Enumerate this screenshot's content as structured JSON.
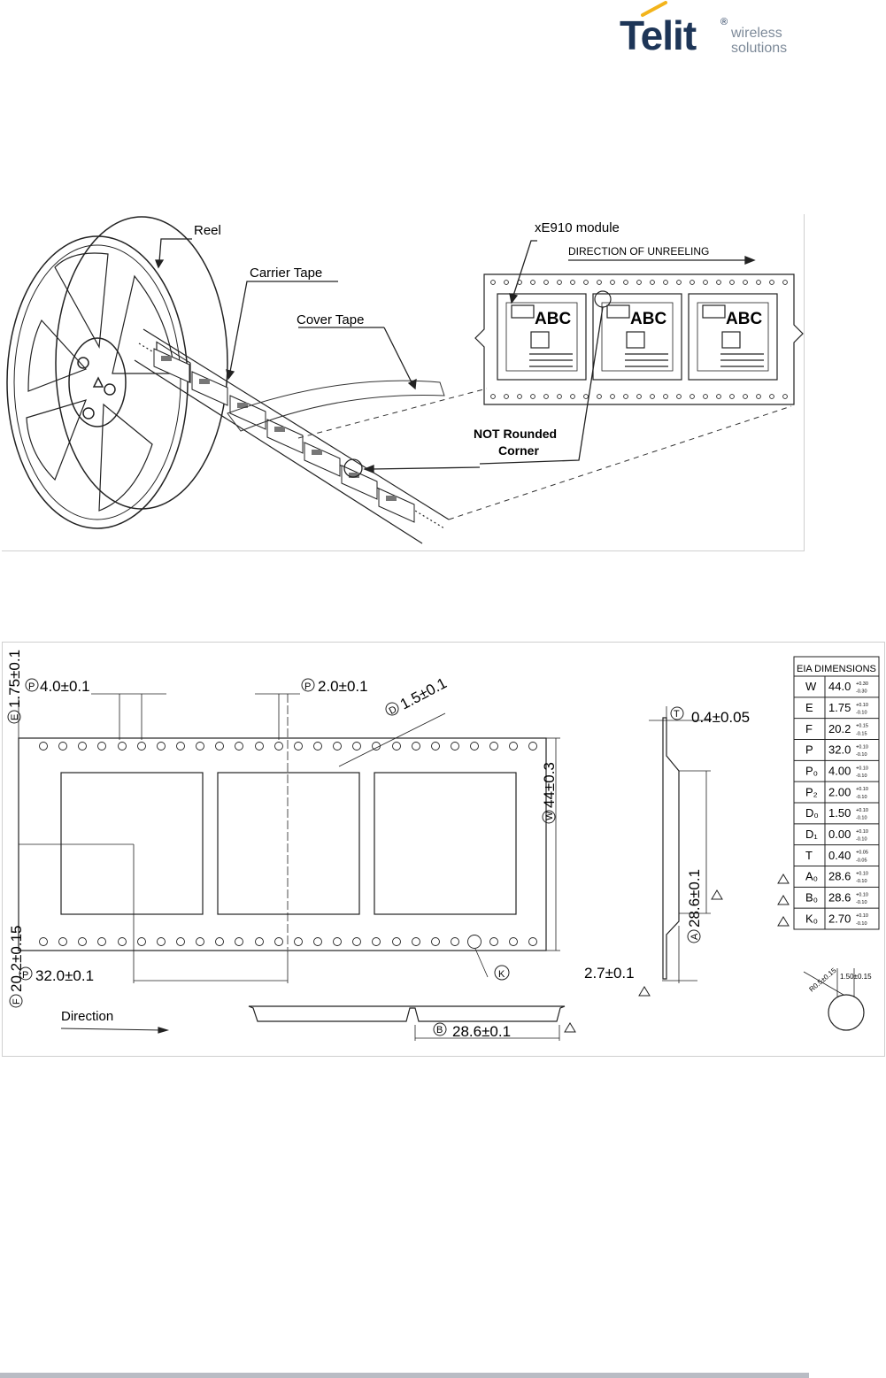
{
  "header": {
    "brand": "Telit",
    "tagline_line1": "wireless",
    "tagline_line2": "solutions",
    "registered": "®",
    "brand_color": "#1d3557",
    "tagline_color": "#7d8a99",
    "accent_color": "#f3b41b"
  },
  "figure1": {
    "reel_label": "Reel",
    "carrier_tape_label": "Carrier Tape",
    "cover_tape_label": "Cover Tape",
    "module_label": "xE910 module",
    "direction_label": "DIRECTION OF UNREELING",
    "corner_line1": "NOT Rounded",
    "corner_line2": "Corner",
    "pocket_text": "ABC"
  },
  "figure2": {
    "dim_p0": "4.0±0.1",
    "dim_p0_sym": "P",
    "dim_p2": "2.0±0.1",
    "dim_p2_sym": "P",
    "dim_d0": "1.5±0.1",
    "dim_d0_sym": "D",
    "dim_e": "1.75±0.1",
    "dim_e_sym": "E",
    "dim_w": "44±0.3",
    "dim_w_sym": "W",
    "dim_f": "20.2±0.15",
    "dim_f_sym": "F",
    "dim_p": "32.0±0.1",
    "dim_p_sym": "P",
    "dim_k_sym": "K",
    "direction": "Direction",
    "dim_t": "0.4±0.05",
    "dim_t_sym": "T",
    "dim_a0": "28.6±0.1",
    "dim_a0_sym": "A",
    "dim_k0": "2.7±0.1",
    "dim_b0": "28.6±0.1",
    "dim_b0_sym": "B",
    "detail_left": "R0.5±0.15",
    "detail_right": "1.50±0.15",
    "table": {
      "title": "EIA DIMENSIONS",
      "rows": [
        {
          "key": "W",
          "value": "44.0",
          "tol_up": "+0.30",
          "tol_dn": "-0.30"
        },
        {
          "key": "E",
          "value": "1.75",
          "tol_up": "+0.10",
          "tol_dn": "-0.10"
        },
        {
          "key": "F",
          "value": "20.2",
          "tol_up": "+0.15",
          "tol_dn": "-0.15"
        },
        {
          "key": "P",
          "value": "32.0",
          "tol_up": "+0.10",
          "tol_dn": "-0.10"
        },
        {
          "key": "P₀",
          "value": "4.00",
          "tol_up": "+0.10",
          "tol_dn": "-0.10"
        },
        {
          "key": "P₂",
          "value": "2.00",
          "tol_up": "+0.10",
          "tol_dn": "-0.10"
        },
        {
          "key": "D₀",
          "value": "1.50",
          "tol_up": "+0.10",
          "tol_dn": "-0.10"
        },
        {
          "key": "D₁",
          "value": "0.00",
          "tol_up": "+0.10",
          "tol_dn": "-0.10"
        },
        {
          "key": "T",
          "value": "0.40",
          "tol_up": "+0.05",
          "tol_dn": "-0.05"
        },
        {
          "key": "A₀",
          "value": "28.6",
          "tol_up": "+0.10",
          "tol_dn": "-0.10"
        },
        {
          "key": "B₀",
          "value": "28.6",
          "tol_up": "+0.10",
          "tol_dn": "-0.10"
        },
        {
          "key": "K₀",
          "value": "2.70",
          "tol_up": "+0.10",
          "tol_dn": "-0.10"
        }
      ]
    }
  }
}
